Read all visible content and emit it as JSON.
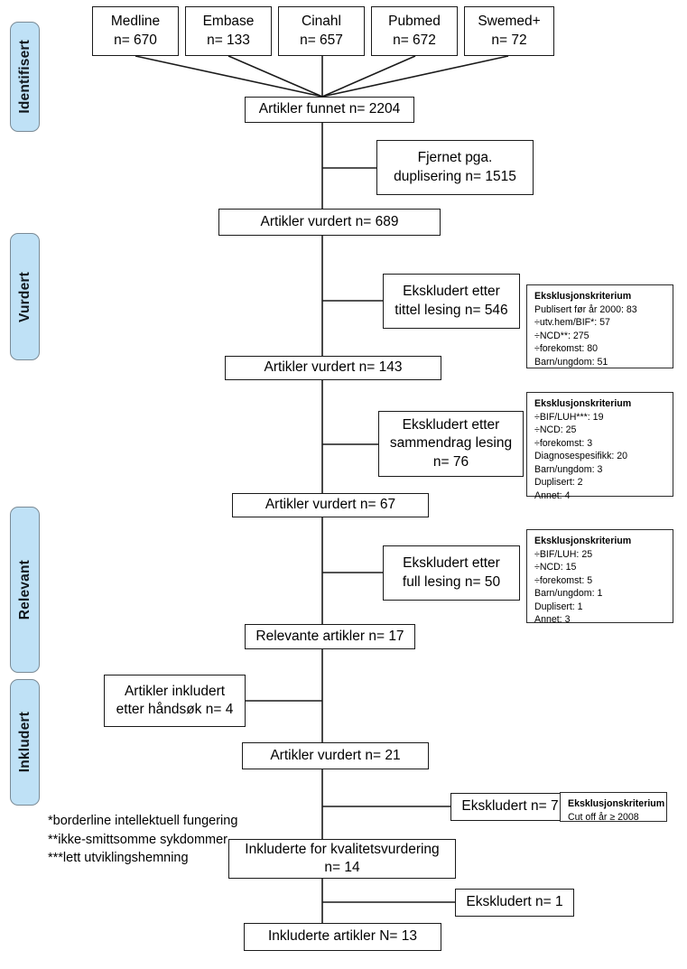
{
  "diagram": {
    "title": "PRISMA flow diagram",
    "language": "no",
    "stages": [
      {
        "label": "Identifisert"
      },
      {
        "label": "Vurdert"
      },
      {
        "label": "Relevant"
      },
      {
        "label": "Inkludert"
      }
    ],
    "sources": [
      {
        "name": "Medline",
        "count": "n= 670"
      },
      {
        "name": "Embase",
        "count": "n= 133"
      },
      {
        "name": "Cinahl",
        "count": "n= 657"
      },
      {
        "name": "Pubmed",
        "count": "n= 672"
      },
      {
        "name": "Swemed+",
        "count": "n= 72"
      }
    ],
    "nodes": {
      "found": "Artikler funnet n= 2204",
      "duplicates_l1": "Fjernet pga.",
      "duplicates_l2": "duplisering n= 1515",
      "assessed_689": "Artikler vurdert n= 689",
      "excl_title_l1": "Ekskludert etter",
      "excl_title_l2": "tittel lesing n= 546",
      "assessed_143": "Artikler vurdert n= 143",
      "excl_abstract_l1": "Ekskludert etter",
      "excl_abstract_l2": "sammendrag lesing",
      "excl_abstract_l3": "n= 76",
      "assessed_67": "Artikler vurdert n= 67",
      "excl_full_l1": "Ekskludert etter",
      "excl_full_l2": "full lesing n= 50",
      "relevant_17": "Relevante artikler n= 17",
      "handsearch_l1": "Artikler inkludert",
      "handsearch_l2": "etter håndsøk n= 4",
      "assessed_21": "Artikler vurdert n= 21",
      "excluded_7": "Ekskludert n= 7",
      "quality_l1": "Inkluderte for kvalitetsvurdering",
      "quality_l2": "n= 14",
      "excluded_1": "Ekskludert n= 1",
      "included_13": "Inkluderte artikler N= 13"
    },
    "criteria": [
      {
        "title": "Eksklusjonskriterium",
        "lines": [
          "Publisert før år 2000: 83",
          "÷utv.hem/BIF*: 57",
          "÷NCD**: 275",
          "÷forekomst: 80",
          "Barn/ungdom: 51"
        ]
      },
      {
        "title": "Eksklusjonskriterium",
        "lines": [
          "÷BIF/LUH***: 19",
          "÷NCD: 25",
          "÷forekomst: 3",
          "Diagnosespesifikk: 20",
          "Barn/ungdom: 3",
          "Duplisert: 2",
          "Annet: 4"
        ]
      },
      {
        "title": "Eksklusjonskriterium",
        "lines": [
          "÷BIF/LUH: 25",
          "÷NCD: 15",
          "÷forekomst: 5",
          "Barn/ungdom: 1",
          "Duplisert: 1",
          "Annet: 3"
        ]
      },
      {
        "title": "Eksklusjonskriterium",
        "lines": [
          "Cut off år ≥ 2008"
        ]
      }
    ],
    "footnotes": [
      "*borderline intellektuell fungering",
      "**ikke-smittsomme sykdommer",
      "***lett utviklingshemning"
    ],
    "colors": {
      "stage_fill": "#bfe1f6",
      "stage_border": "#7b8b96",
      "node_border": "#1a1a1a",
      "connector": "#1a1a1a"
    }
  }
}
